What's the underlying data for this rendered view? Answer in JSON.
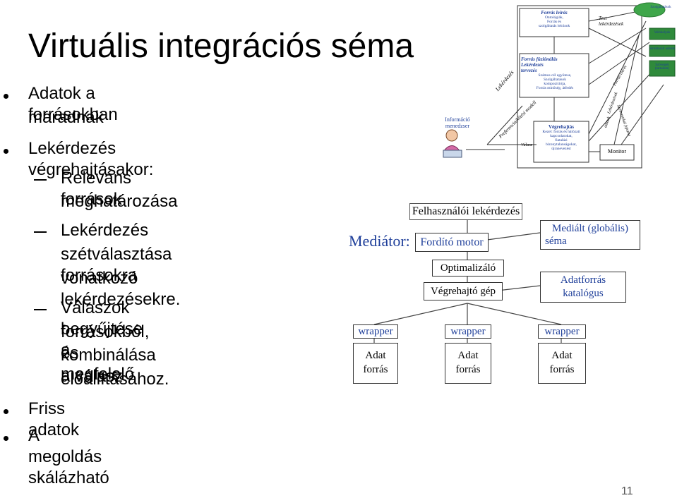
{
  "slide": {
    "title": "Virtuális integrációs séma",
    "page_number": "11"
  },
  "bullets": [
    {
      "level": 1,
      "text": "Adatok a forrásokban maradnak",
      "lines": [
        "Adatok a forrásokban",
        "maradnak"
      ]
    },
    {
      "level": 1,
      "text": "Lekérdezés végrehajtásakor:",
      "lines": [
        "Lekérdezés végrehajtásakor:"
      ]
    },
    {
      "level": 2,
      "lines": [
        "Releváns források",
        "meghatározása"
      ]
    },
    {
      "level": 2,
      "lines": [
        "Lekérdezés",
        "szétválasztása forrásokra",
        "vonatkozó lekérdezésekre."
      ]
    },
    {
      "level": 2,
      "lines": [
        "Válaszok begyűjtése a",
        "forrásokból, és megfelelő",
        "kombinálása a válasz",
        "előállításához."
      ]
    },
    {
      "level": 1,
      "lines": [
        "Friss adatok"
      ]
    },
    {
      "level": 1,
      "lines": [
        "A megoldás skálázható"
      ]
    }
  ],
  "mediator": {
    "label": "Mediátor:",
    "user_queries": "Felhasználói lekérdezés",
    "translator": "Fordító motor",
    "optimizer": "Optimalizáló",
    "executor": "Végrehajtó gép",
    "mediated_schema": [
      "Mediált (globális)",
      "séma"
    ],
    "catalog": [
      "Adatforrás",
      "katalógus"
    ],
    "wrappers": [
      "wrapper",
      "wrapper",
      "wrapper"
    ],
    "sources": [
      [
        "Adat",
        "forrás"
      ],
      [
        "Adat",
        "forrás"
      ],
      [
        "Adat",
        "forrás"
      ]
    ]
  },
  "detail": {
    "info_manager": [
      "Információ",
      "menedzser"
    ],
    "source_desc_title": "Forrás leírás",
    "source_desc_text": [
      "Ontológiák,",
      "Forrás és",
      "szolgáltatás leírások"
    ],
    "fusion_title": [
      "Forrás fúziónálás",
      "Lekérdezés",
      "tervezés"
    ],
    "fusion_text": [
      "Számos cél együtese,",
      "Szolgáltatások",
      "kompozíciója,",
      "Forrás minőség, átfedés"
    ],
    "exec_title": "Végrehajtás",
    "exec_text": [
      "Kezel: forrás és hálózati",
      "kapcsolatokat,",
      "fiatalási",
      "bizonytalanságokat,",
      "újranevezést"
    ],
    "monitor": "Monitor",
    "text_query": [
      "Text",
      "lekérdezések"
    ],
    "labels": {
      "lekerdezes": "Lekérdezés",
      "preferencia": "Preferencia/kötési modell",
      "valasz": "Válasz",
      "forras_elereset": "Forrás elérés",
      "szemantikai": "Szemantikai fejezne",
      "adat": "adatok",
      "lekerdezesek": "Lekérdezések"
    },
    "right_labels": [
      "Szolgáltatások",
      "Webhelyek",
      "Strukturált adatok",
      "Szövegek (tartalom)"
    ]
  }
}
